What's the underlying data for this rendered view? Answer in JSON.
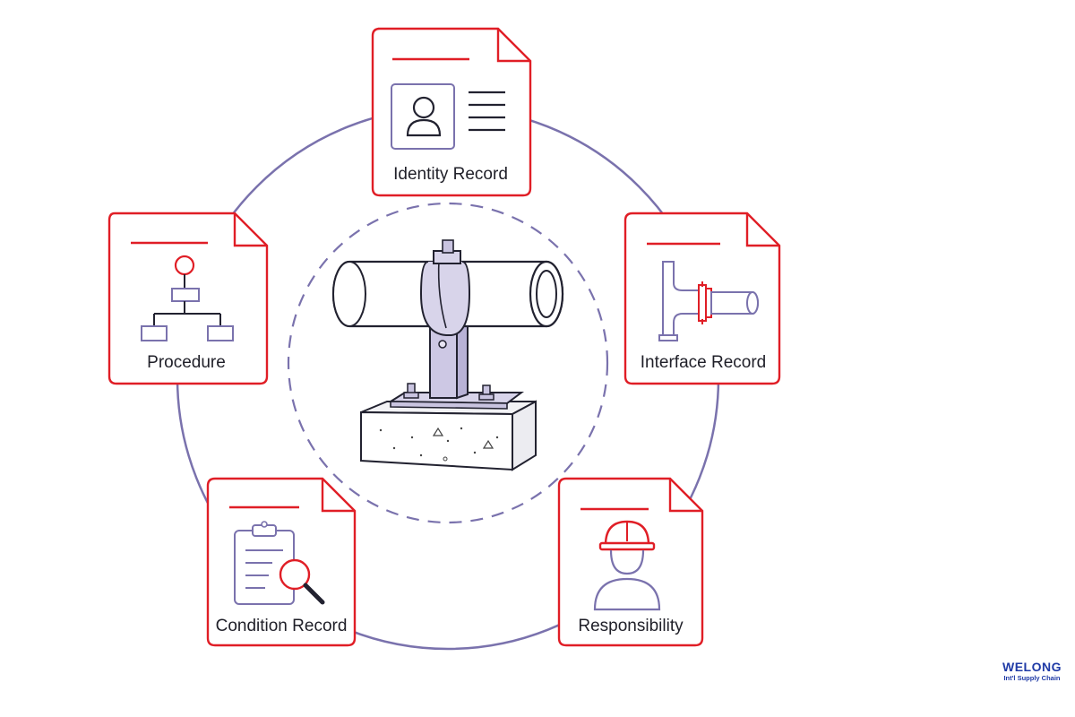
{
  "cards": {
    "identity": {
      "label": "Identity Record"
    },
    "interface": {
      "label": "Interface Record"
    },
    "responsibility": {
      "label": "Responsibility"
    },
    "condition": {
      "label": "Condition Record"
    },
    "procedure": {
      "label": "Procedure"
    }
  },
  "brand": {
    "name": "WELONG",
    "tagline": "Int'l Supply Chain"
  },
  "colors": {
    "accent_red": "#e01e26",
    "ring_purple": "#7a72ad",
    "text_dark": "#1f1f28",
    "brand_blue": "#1f3aa6"
  }
}
